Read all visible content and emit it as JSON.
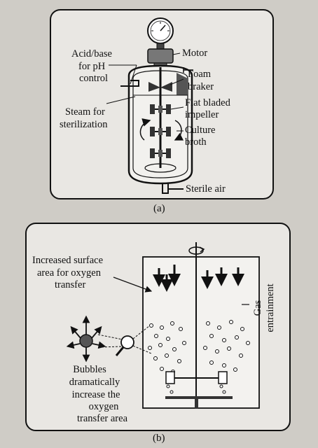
{
  "panel_a": {
    "caption": "(a)",
    "labels": {
      "motor": "Motor",
      "acid_base_1": "Acid/base",
      "acid_base_2": "for pH",
      "acid_base_3": "control",
      "foam_1": "Foam",
      "foam_2": "braker",
      "impeller_1": "Flat bladed",
      "impeller_2": "impeller",
      "steam_1": "Steam for",
      "steam_2": "sterilization",
      "culture_1": "Culture",
      "culture_2": "broth",
      "sterile_air": "Sterile air"
    }
  },
  "panel_b": {
    "caption": "(b)",
    "labels": {
      "surface_1": "Increased surface",
      "surface_2": "area for oxygen",
      "surface_3": "transfer",
      "gas_1": "Gas",
      "gas_2": "entrainment",
      "bubbles_1": "Bubbles",
      "bubbles_2": "dramatically",
      "bubbles_3": "increase the",
      "bubbles_4": "oxygen",
      "bubbles_5": "transfer area"
    }
  },
  "colors": {
    "background": "#cfccc6",
    "panel_fill": "#e9e7e3",
    "ink": "#111111"
  }
}
